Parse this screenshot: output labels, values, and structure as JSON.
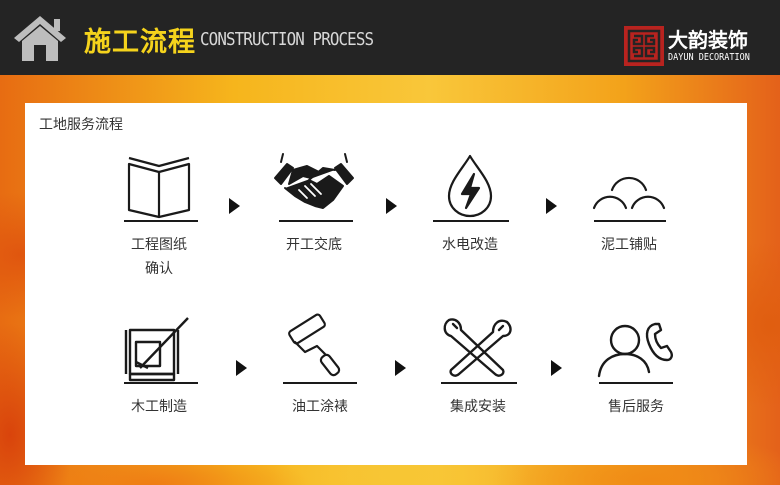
{
  "header": {
    "title_cn": "施工流程",
    "title_en": "CONSTRUCTION PROCESS",
    "brand_cn": "大韵装饰",
    "brand_en": "DAYUN DECORATION",
    "home_icon": "home-icon",
    "logo_icon": "chinese-lattice-logo-icon"
  },
  "section": {
    "title": "工地服务流程"
  },
  "steps": [
    {
      "label_line1": "工程图纸",
      "label_line2": "确认",
      "icon": "open-book-icon"
    },
    {
      "label_line1": "开工交底",
      "label_line2": "",
      "icon": "handshake-icon"
    },
    {
      "label_line1": "水电改造",
      "label_line2": "",
      "icon": "electric-drop-icon"
    },
    {
      "label_line1": "泥工铺贴",
      "label_line2": "",
      "icon": "tile-arches-icon"
    },
    {
      "label_line1": "木工制造",
      "label_line2": "",
      "icon": "woodwork-clamp-icon"
    },
    {
      "label_line1": "油工涂裱",
      "label_line2": "",
      "icon": "paint-roller-icon"
    },
    {
      "label_line1": "集成安装",
      "label_line2": "",
      "icon": "wrench-tools-icon"
    },
    {
      "label_line1": "售后服务",
      "label_line2": "",
      "icon": "customer-service-icon"
    }
  ],
  "colors": {
    "header_bg": "#242424",
    "title_accent": "#f5d31c",
    "logo_red": "#b8231f",
    "background_orange": "#f4b21b"
  }
}
